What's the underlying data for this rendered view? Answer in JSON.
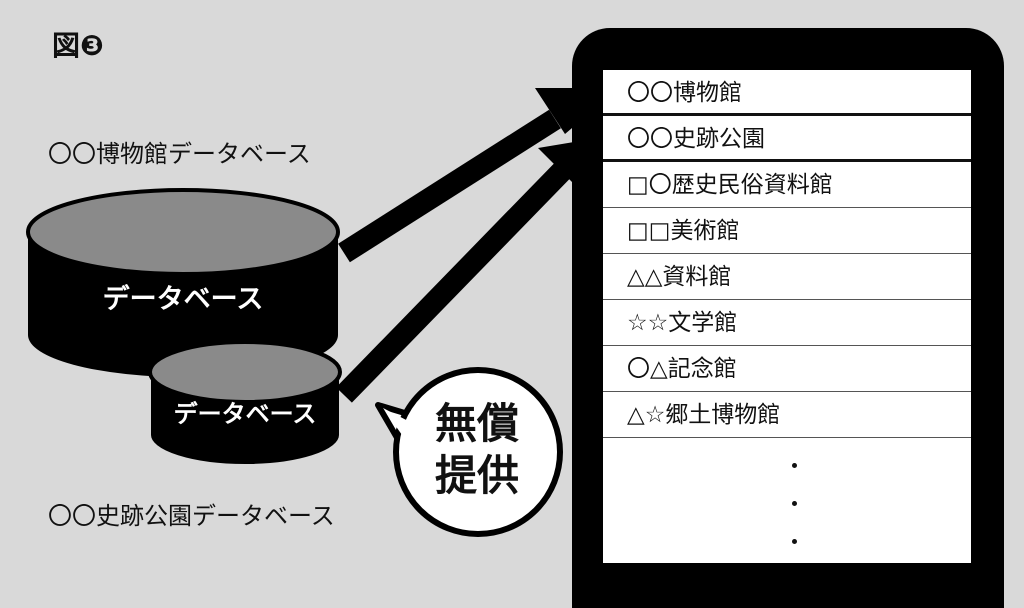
{
  "figure_label": "図❸",
  "databases": [
    {
      "caption": "〇〇博物館データベース",
      "cylinder_label": "データベース"
    },
    {
      "caption": "〇〇史跡公園データベース",
      "cylinder_label": "データベース"
    }
  ],
  "bubble": {
    "line1": "無償",
    "line2": "提供"
  },
  "phone_list": {
    "items": [
      "〇〇博物館",
      "〇〇史跡公園",
      "□〇歴史民俗資料館",
      "□□美術館",
      "△△資料館",
      "☆☆文学館",
      "〇△記念館",
      "△☆郷土博物館"
    ]
  },
  "colors": {
    "background": "#d9d9d9",
    "cylinder_top": "#8a8a8a",
    "cylinder_body": "#000000",
    "phone_frame": "#000000",
    "screen": "#ffffff"
  }
}
